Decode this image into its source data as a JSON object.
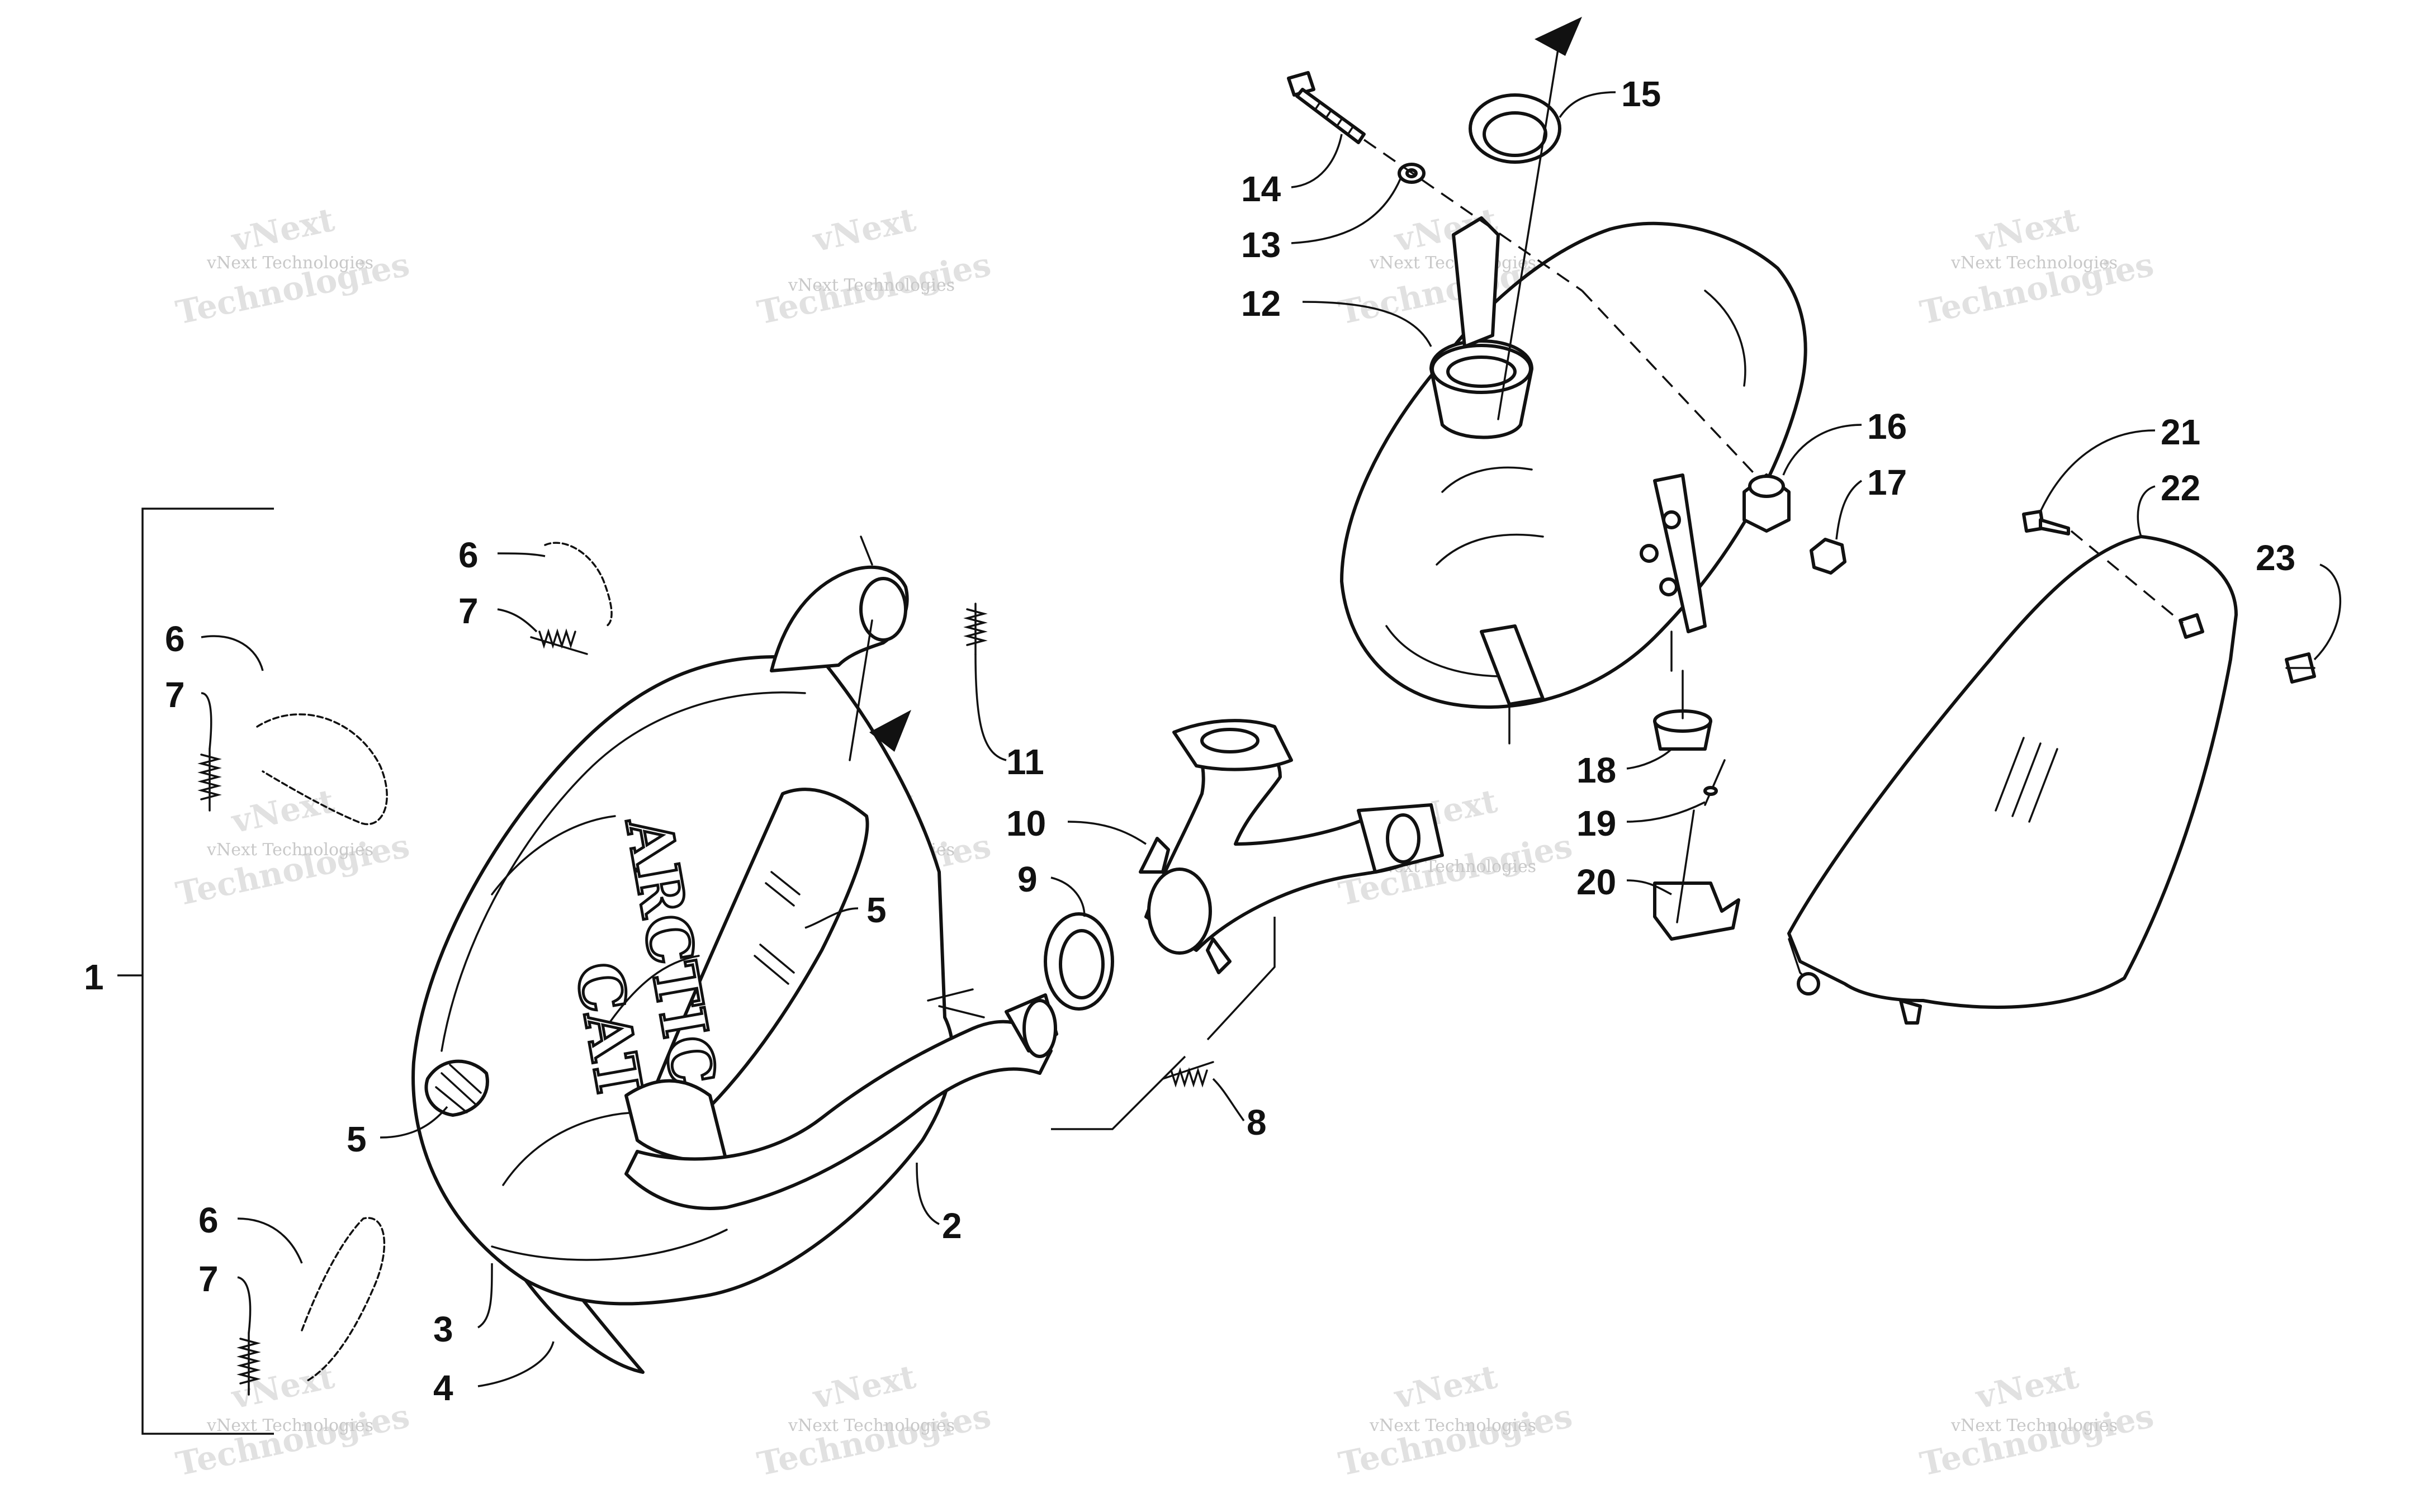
{
  "callouts": [
    {
      "id": "c1",
      "text": "1"
    },
    {
      "id": "c2",
      "text": "2"
    },
    {
      "id": "c3",
      "text": "3"
    },
    {
      "id": "c4",
      "text": "4"
    },
    {
      "id": "c5a",
      "text": "5"
    },
    {
      "id": "c5b",
      "text": "5"
    },
    {
      "id": "c6a",
      "text": "6"
    },
    {
      "id": "c6b",
      "text": "6"
    },
    {
      "id": "c6c",
      "text": "6"
    },
    {
      "id": "c7a",
      "text": "7"
    },
    {
      "id": "c7b",
      "text": "7"
    },
    {
      "id": "c7c",
      "text": "7"
    },
    {
      "id": "c8",
      "text": "8"
    },
    {
      "id": "c9",
      "text": "9"
    },
    {
      "id": "c10",
      "text": "10"
    },
    {
      "id": "c11",
      "text": "11"
    },
    {
      "id": "c12",
      "text": "12"
    },
    {
      "id": "c13",
      "text": "13"
    },
    {
      "id": "c14",
      "text": "14"
    },
    {
      "id": "c15",
      "text": "15"
    },
    {
      "id": "c16",
      "text": "16"
    },
    {
      "id": "c17",
      "text": "17"
    },
    {
      "id": "c18",
      "text": "18"
    },
    {
      "id": "c19",
      "text": "19"
    },
    {
      "id": "c20",
      "text": "20"
    },
    {
      "id": "c21",
      "text": "21"
    },
    {
      "id": "c22",
      "text": "22"
    },
    {
      "id": "c23",
      "text": "23"
    }
  ],
  "watermark": {
    "line1": "vNext Technologies",
    "line2": "Technologies",
    "line3": "vNext"
  },
  "brand": {
    "word1": "ARCTIC",
    "word2": "CAT"
  }
}
